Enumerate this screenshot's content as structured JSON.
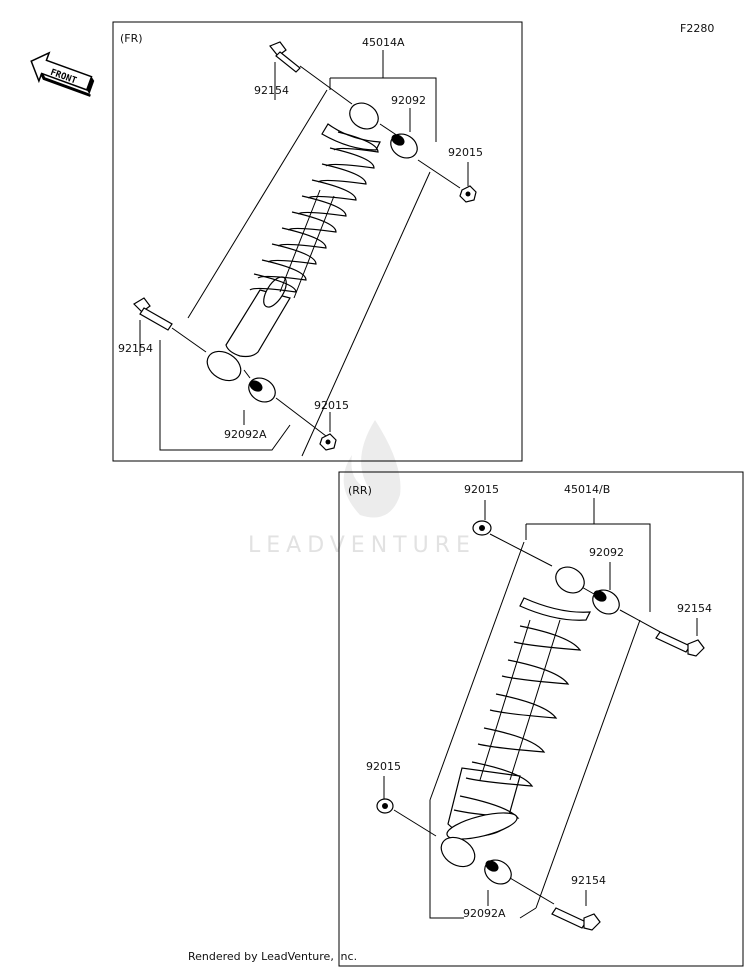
{
  "diagram_code": "F2280",
  "front_label": "FRONT",
  "watermark": "LEADVENTURE",
  "footer": "Rendered by LeadVenture, Inc.",
  "front_section": {
    "title": "(FR)",
    "labels": {
      "assembly": "45014A",
      "bolt_top": "92154",
      "bushing_top": "92092",
      "nut_top": "92015",
      "bolt_bottom": "92154",
      "bushing_bottom": "92092A",
      "nut_bottom": "92015"
    }
  },
  "rear_section": {
    "title": "(RR)",
    "labels": {
      "assembly": "45014/B",
      "nut_top": "92015",
      "bushing_top": "92092",
      "bolt_top": "92154",
      "nut_bottom": "92015",
      "bolt_bottom": "92154",
      "bushing_bottom": "92092A"
    }
  }
}
